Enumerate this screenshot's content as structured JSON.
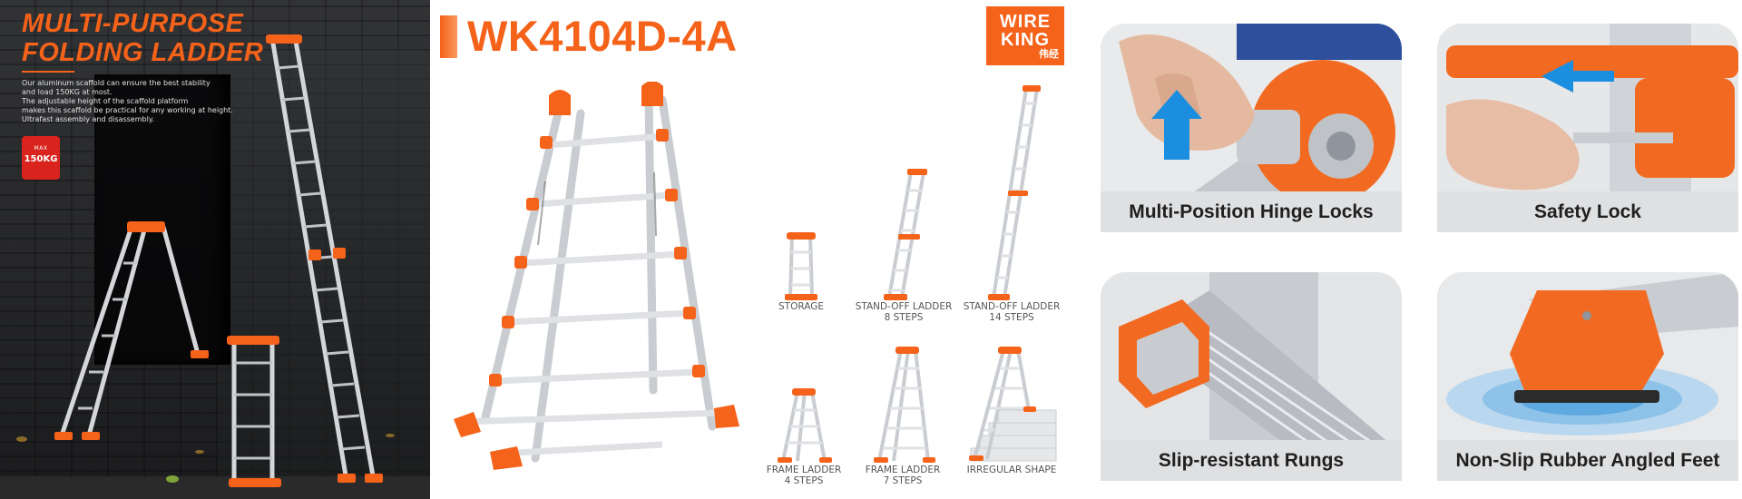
{
  "hero": {
    "title_line1": "MULTI-PURPOSE",
    "title_line2": "FOLDING LADDER",
    "description": [
      "Our aluminum scaffold can ensure the best stability",
      "and load 150KG at most.",
      "The adjustable height of the scaffold platform",
      "makes this scaffold be practical for any working at height.",
      "Ultrafast assembly and disassembly."
    ],
    "badge_top": "MAX",
    "badge_value": "150KG"
  },
  "product": {
    "model": "WK4104D-4A",
    "logo_line1": "WIRE",
    "logo_line2": "KING",
    "logo_line3": "伟经"
  },
  "modes": [
    {
      "line1": "STORAGE",
      "line2": ""
    },
    {
      "line1": "STAND-OFF LADDER",
      "line2": "8 STEPS"
    },
    {
      "line1": "STAND-OFF LADDER",
      "line2": "14 STEPS"
    },
    {
      "line1": "FRAME LADDER",
      "line2": "4 STEPS"
    },
    {
      "line1": "FRAME LADDER",
      "line2": "7 STEPS"
    },
    {
      "line1": "IRREGULAR SHAPE",
      "line2": ""
    }
  ],
  "features": [
    {
      "label": "Multi-Position Hinge Locks"
    },
    {
      "label": "Safety Lock"
    },
    {
      "label": "Slip-resistant Rungs"
    },
    {
      "label": "Non-Slip Rubber Angled Feet"
    }
  ],
  "colors": {
    "accent": "#f5621a",
    "metal": "#c9ccd0",
    "caption_bg": "#dfe0e2"
  }
}
